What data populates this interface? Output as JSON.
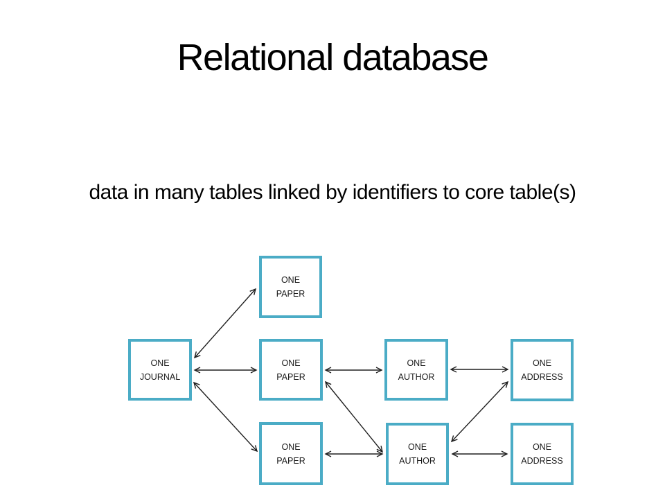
{
  "slide": {
    "title": "Relational database",
    "subtitle": "data in many tables linked by identifiers to core table(s)"
  },
  "diagram": {
    "box_border_color": "#4BACC6",
    "arrow_color": "#1f1f1f",
    "arrow_style": "double-headed-open",
    "nodes": [
      {
        "id": "paper-top",
        "label": "ONE\nPAPER"
      },
      {
        "id": "journal",
        "label": "ONE\nJOURNAL"
      },
      {
        "id": "paper-mid",
        "label": "ONE\nPAPER"
      },
      {
        "id": "author-mid",
        "label": "ONE\nAUTHOR"
      },
      {
        "id": "address-mid",
        "label": "ONE\nADDRESS"
      },
      {
        "id": "paper-bottom",
        "label": "ONE\nPAPER"
      },
      {
        "id": "author-bottom",
        "label": "ONE\nAUTHOR"
      },
      {
        "id": "address-bottom",
        "label": "ONE\nADDRESS"
      }
    ],
    "edges": [
      {
        "from": "journal",
        "to": "paper-top"
      },
      {
        "from": "journal",
        "to": "paper-mid"
      },
      {
        "from": "journal",
        "to": "paper-bottom"
      },
      {
        "from": "paper-mid",
        "to": "author-mid"
      },
      {
        "from": "author-mid",
        "to": "address-mid"
      },
      {
        "from": "paper-mid",
        "to": "author-bottom"
      },
      {
        "from": "author-bottom",
        "to": "address-mid"
      },
      {
        "from": "paper-bottom",
        "to": "author-bottom"
      },
      {
        "from": "author-bottom",
        "to": "address-bottom"
      }
    ]
  }
}
